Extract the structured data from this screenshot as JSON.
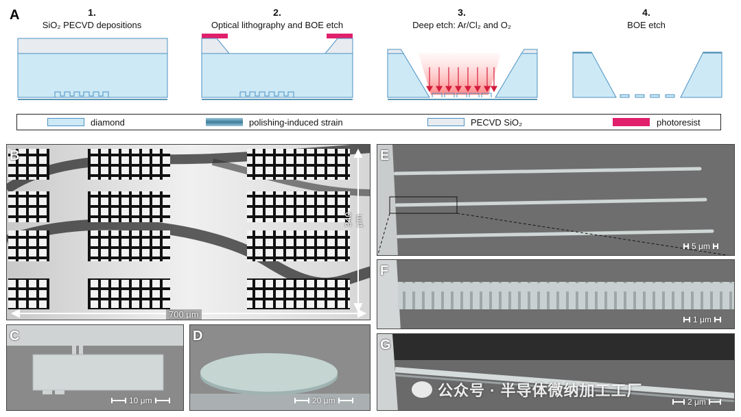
{
  "panel_a": {
    "letter": "A",
    "steps": [
      {
        "num": "1.",
        "title": "SiO₂ PECVD depositions"
      },
      {
        "num": "2.",
        "title": "Optical lithography and BOE etch"
      },
      {
        "num": "3.",
        "title": "Deep etch: Ar/Cl₂ and O₂"
      },
      {
        "num": "4.",
        "title": "BOE etch"
      }
    ],
    "legend": [
      {
        "label": "diamond",
        "color": "#cde9f5"
      },
      {
        "label": "polishing-induced strain",
        "color": "#5a96b4"
      },
      {
        "label": "PECVD SiO₂",
        "color": "#e8ecf0"
      },
      {
        "label": "photoresist",
        "color": "#e0206c"
      }
    ]
  },
  "panel_b": {
    "letter": "B",
    "height_label": "340 μm",
    "width_label": "700 μm"
  },
  "panel_c": {
    "letter": "C",
    "scale": "10 μm"
  },
  "panel_d": {
    "letter": "D",
    "scale": "20 μm"
  },
  "panel_e": {
    "letter": "E",
    "scale": "5 μm"
  },
  "panel_f": {
    "letter": "F",
    "scale": "1 μm"
  },
  "panel_g": {
    "letter": "G",
    "scale": "2 μm"
  },
  "watermark": "公众号 · 半导体微纳加工工厂",
  "colors": {
    "diamond": "#cde9f5",
    "outline": "#4a90c2",
    "photoresist": "#e0206c",
    "sio2": "#e8ecf0"
  }
}
